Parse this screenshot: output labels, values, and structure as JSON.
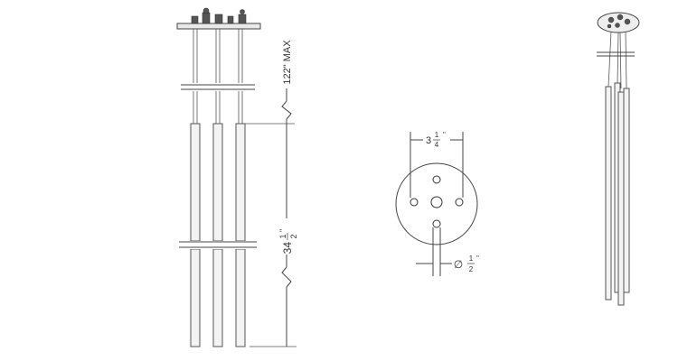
{
  "front_view": {
    "height_label": "122\" MAX",
    "length_label": {
      "whole": "34",
      "num": "1",
      "den": "2",
      "unit": "\""
    }
  },
  "canopy_view": {
    "spacing_label": {
      "whole": "3",
      "num": "1",
      "den": "4",
      "unit": "\""
    },
    "diameter_label": {
      "symbol": "∅",
      "num": "1",
      "den": "2",
      "unit": "\""
    }
  }
}
